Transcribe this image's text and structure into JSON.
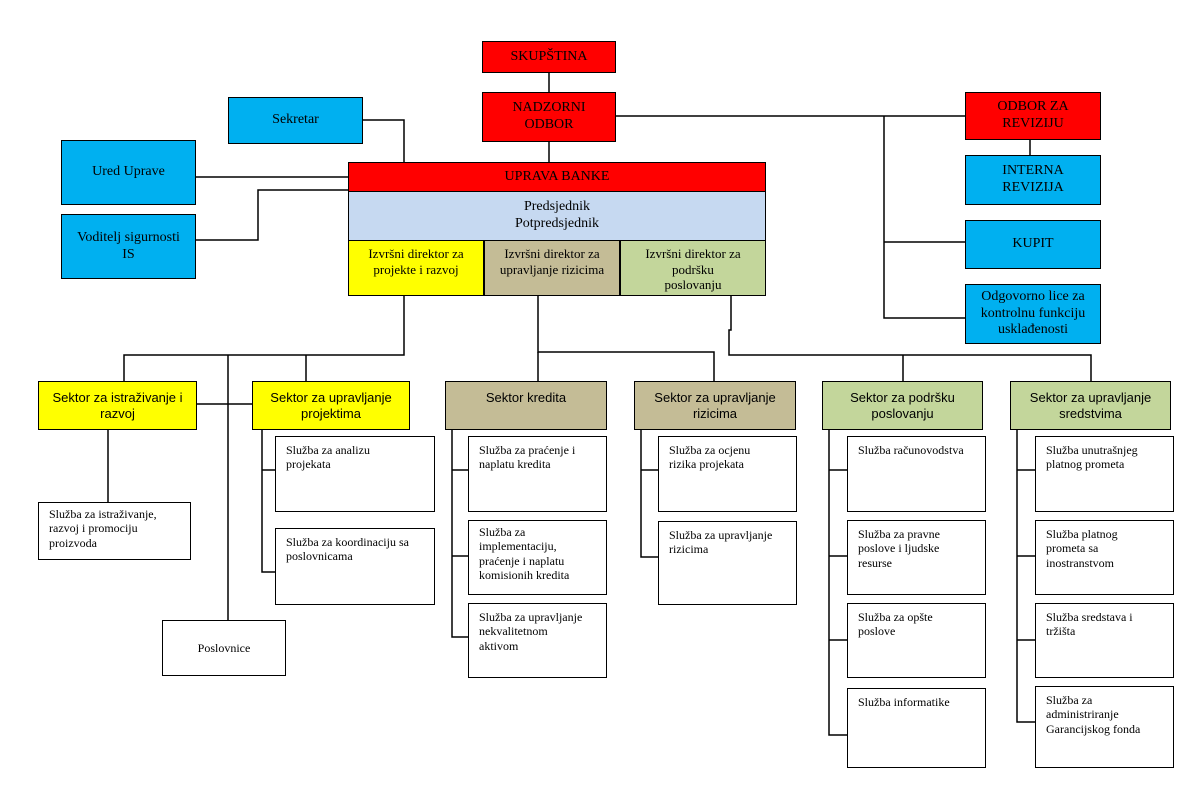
{
  "colors": {
    "red": "#ff0000",
    "blue": "#00b0f0",
    "yellow": "#ffff00",
    "tan": "#c4bc96",
    "green": "#c3d69b",
    "light_blue": "#c6d9f1"
  },
  "top": {
    "skupstina": "SKUPŠTINA",
    "nadzorni_odbor": "NADZORNI\nODBOR",
    "sekretar": "Sekretar",
    "odbor_za_reviziju": "ODBOR ZA\nREVIZIJU",
    "interna_revizija": "INTERNA\nREVIZIJA",
    "kupit": "KUPIT",
    "odgovorno_lice": "Odgovorno lice za\nkontrolnu funkciju\nusklađenosti",
    "ured_uprave": "Ured Uprave",
    "voditelj_sigurnosti": "Voditelj sigurnosti\nIS"
  },
  "uprava": {
    "title": "UPRAVA BANKE",
    "presidents": "Predsjednik\nPotpredsjednik",
    "directors": [
      "Izvršni direktor za\nprojekte i razvoj",
      "Izvršni direktor za\nupravljanje rizicima",
      "Izvršni direktor za\npodršku\nposlovanju"
    ]
  },
  "sectors": {
    "istrazivanje": "Sektor za istraživanje i\nrazvoj",
    "projekti": "Sektor za upravljanje\nprojektima",
    "krediti": "Sektor kredita",
    "rizici": "Sektor za upravljanje\nrizicima",
    "podrska": "Sektor za podršku\nposlovanju",
    "sredstva": "Sektor za upravljanje\nsredstvima"
  },
  "services": {
    "istrazivanje": [
      "Služba za istraživanje,\nrazvoj i promociju\nproizvoda"
    ],
    "poslovnice": "Poslovnice",
    "projekti": [
      "Služba za analizu\nprojekata",
      "Služba za koordinaciju sa\nposlovnicama"
    ],
    "krediti": [
      "Služba za praćenje i\nnaplatu kredita",
      "Služba za\nimplementaciju,\npraćenje i naplatu\nkomisionih kredita",
      "Služba za upravljanje\nnekvalitetnom\naktivom"
    ],
    "rizici": [
      "Služba za ocjenu\nrizika projekata",
      "Služba za upravljanje\nrizicima"
    ],
    "podrska": [
      "Služba računovodstva",
      "Služba za pravne\nposlove i ljudske\nresurse",
      "Služba za opšte\nposlove",
      "Služba informatike"
    ],
    "sredstva": [
      "Služba unutrašnjeg\nplatnog prometa",
      "Služba platnog\nprometa sa\ninostranstvom",
      "Služba sredstava i\ntržišta",
      "Služba za\nadministriranje\nGarancijskog fonda"
    ]
  }
}
